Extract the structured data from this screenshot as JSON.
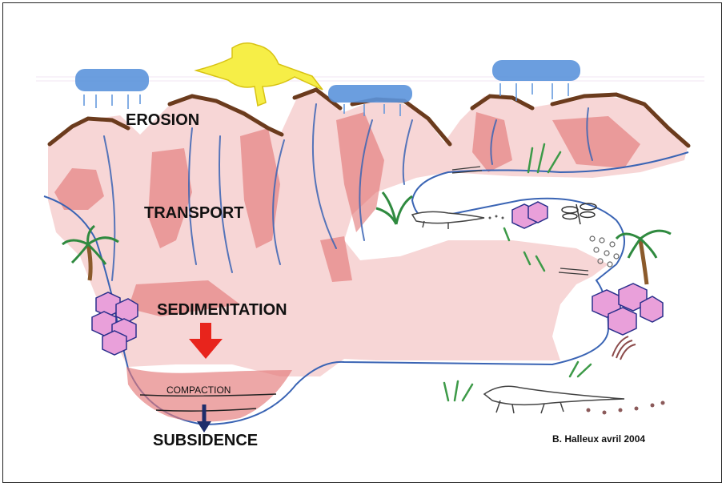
{
  "labels": {
    "erosion": "EROSION",
    "transport": "TRANSPORT",
    "sedimentation": "SEDIMENTATION",
    "compaction": "COMPACTION",
    "subsidence": "SUBSIDENCE"
  },
  "signature": "B. Halleux  avril 2004",
  "colors": {
    "rock": "#e58a8a",
    "rock_dark": "#c85050",
    "mountain_cap": "#6b3b1d",
    "water_line": "#3a64b4",
    "cloud": "#5b94dc",
    "sun": "#f3ea3b",
    "arrow": "#e8241c",
    "vegetation": "#3d9a48",
    "crystal": "#e79ad6",
    "crystal_outline": "#2a2f8c"
  }
}
